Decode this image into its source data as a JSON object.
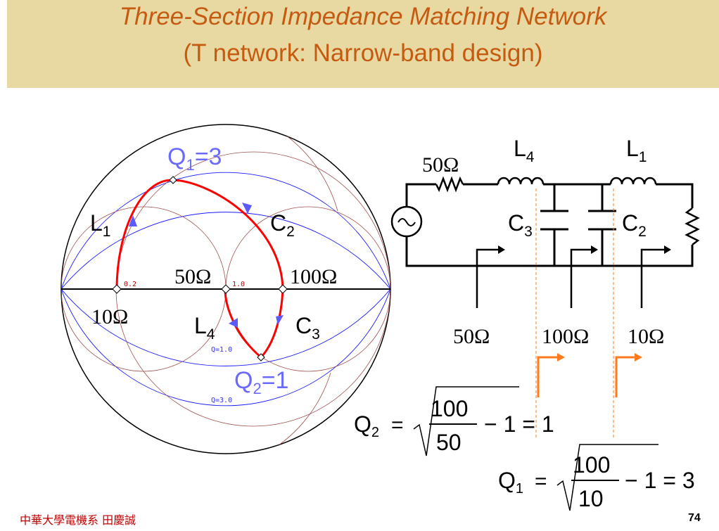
{
  "title": {
    "line1": "Three-Section Impedance Matching Network",
    "line2": "(T network: Narrow-band design)"
  },
  "smith_chart": {
    "labels": {
      "q1": "Q",
      "q1_sub": "1",
      "q1_val": "=3",
      "q2": "Q",
      "q2_sub": "2",
      "q2_val": "=1",
      "l1": "L",
      "l1_sub": "1",
      "c2": "C",
      "c2_sub": "2",
      "l4": "L",
      "l4_sub": "4",
      "c3": "C",
      "c3_sub": "3",
      "r50": "50Ω",
      "r100": "100Ω",
      "r10": "10Ω"
    },
    "tick_labels": {
      "t02": "0.2",
      "t10": "1.0",
      "q10": "Q=1.0",
      "q30": "Q=3.0"
    }
  },
  "circuit": {
    "source_resistor": "50Ω",
    "l4": "L",
    "l4_sub": "4",
    "l1": "L",
    "l1_sub": "1",
    "c3": "C",
    "c3_sub": "3",
    "c2": "C",
    "c2_sub": "2",
    "z50": "50Ω",
    "z100": "100Ω",
    "z10": "10Ω"
  },
  "equations": {
    "q2_lhs": "Q",
    "q2_sub": "2",
    "q2_num": "100",
    "q2_den": "50",
    "q2_rhs": "− 1 = 1",
    "q1_lhs": "Q",
    "q1_sub": "1",
    "q1_num": "100",
    "q1_den": "10",
    "q1_rhs": "− 1 = 3",
    "eq": "="
  },
  "footer": {
    "author": "中華大學電機系 田慶誠",
    "page": "74"
  },
  "colors": {
    "banner": "#e8d9a3",
    "title": "#c55a11",
    "path": "#ff0000",
    "label_blue": "#6a6aff",
    "q_arc": "#1a1aff",
    "r_circle": "#a05050",
    "arrow_orange": "#ff7a1a"
  }
}
